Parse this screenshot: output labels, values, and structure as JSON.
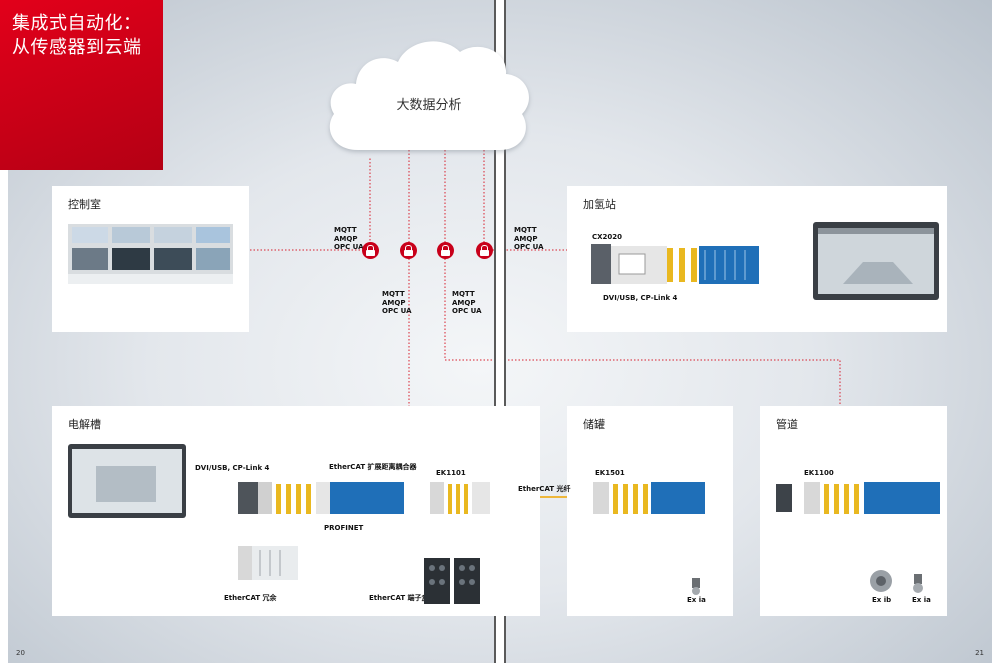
{
  "title": {
    "line1": "集成式自动化：",
    "line2": "从传感器到云端"
  },
  "cloud": {
    "label": "大数据分析"
  },
  "panels": {
    "control_room": "控制室",
    "hydrogen_station": "加氢站",
    "electrolyzer": "电解槽",
    "storage_tank": "储罐",
    "pipeline": "管道"
  },
  "protocols": {
    "left_top": [
      "MQTT",
      "AMQP",
      "OPC UA"
    ],
    "left_bottom": [
      "MQTT",
      "AMQP",
      "OPC UA"
    ],
    "right_top": [
      "MQTT",
      "AMQP",
      "OPC UA"
    ],
    "right_bottom": [
      "MQTT",
      "AMQP",
      "OPC UA"
    ]
  },
  "devices": {
    "cx2020": "CX2020",
    "dvi_h2": "DVI/USB, CP-Link 4",
    "dvi_elec": "DVI/USB, CP-Link 4",
    "ethercat_ext": "EtherCAT 扩展距离耦合器",
    "ek1101": "EK1101",
    "profinet": "PROFINET",
    "ethercat_redundant": "EtherCAT 冗余",
    "ethercat_box": "EtherCAT 端子盒",
    "ethercat_fiber": "EtherCAT 光纤",
    "ek1501": "EK1501",
    "ek1100": "EK1100",
    "exia_tank": "Ex ia",
    "exib_pipe": "Ex ib",
    "exia_pipe": "Ex ia"
  },
  "pages": {
    "left": "20",
    "right": "21"
  },
  "colors": {
    "brand_red": "#e2001a",
    "terminal_blue": "#1f6fb8",
    "terminal_yellow": "#e9b820",
    "ethercat_orange": "#f0a500",
    "dotted_red": "#d81e2c"
  }
}
